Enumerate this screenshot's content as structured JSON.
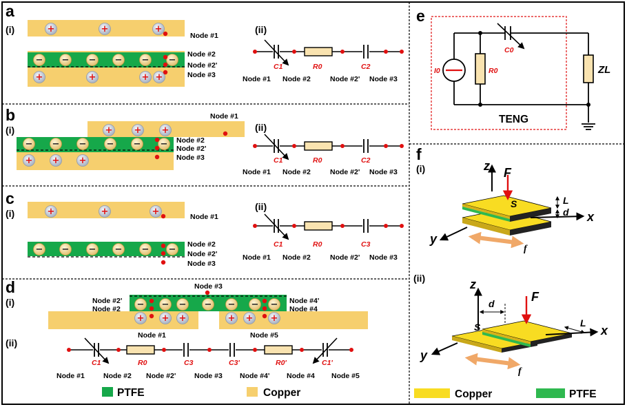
{
  "labels": {
    "a": "a",
    "b": "b",
    "c": "c",
    "d": "d",
    "e": "e",
    "f": "f",
    "i": "(i)",
    "ii": "(ii)"
  },
  "nodes": {
    "n1": "Node #1",
    "n2": "Node #2",
    "n2p": "Node #2'",
    "n3": "Node #3",
    "n4": "Node #4",
    "n4p": "Node #4'",
    "n5": "Node #5"
  },
  "components": {
    "C1": "C1",
    "C1p": "C1'",
    "C2": "C2",
    "C3": "C3",
    "C3p": "C3'",
    "R0": "R0",
    "R0p": "R0'",
    "C0": "C0",
    "I0": "I0",
    "ZL": "ZL"
  },
  "legend": {
    "ptfe": "PTFE",
    "copper": "Copper"
  },
  "panel_e": {
    "teng": "TENG"
  },
  "panel_f": {
    "z": "z",
    "x": "x",
    "y": "y",
    "F": "F",
    "S": "S",
    "L": "L",
    "d": "d",
    "f": "f"
  },
  "symbols": {
    "plus": "+",
    "minus": "−"
  },
  "colors": {
    "copper": "#f6cf6e",
    "ptfe": "#16a84a",
    "red": "#e01010",
    "copper_3d": "#f8dc22",
    "ptfe_3d": "#2fb84f",
    "arrow": "#f0a868"
  }
}
